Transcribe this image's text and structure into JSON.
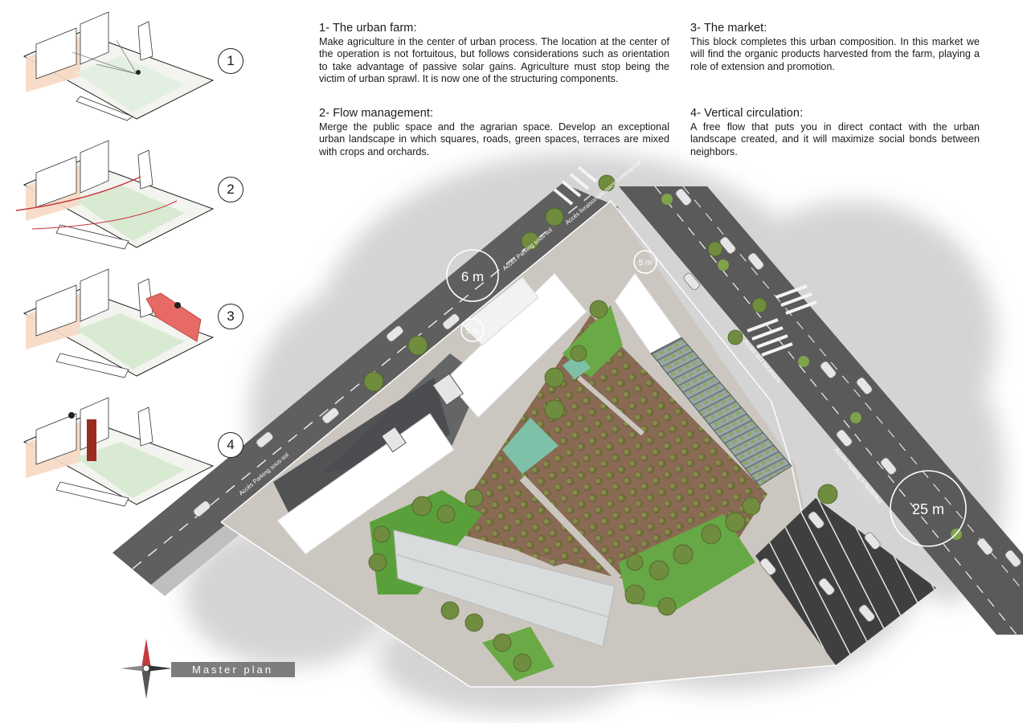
{
  "sections": [
    {
      "title": "1- The urban farm:",
      "body": "Make agriculture in the center of urban process. The location at the center of the operation is not fortuitous, but follows considerations such as orientation to take advantage of passive solar gains. Agriculture must stop being the victim of urban sprawl. It is now one of the structuring components."
    },
    {
      "title": "2- Flow management:",
      "body": "Merge the public space and the agrarian space. Develop an exceptional urban landscape in which squares, roads, green spaces, terraces are mixed with crops and orchards."
    },
    {
      "title": "3- The market:",
      "body": "This block completes this urban composition. In this market we will find the organic products harvested from the farm, playing a role of extension and promotion."
    },
    {
      "title": "4- Vertical circulation:",
      "body": "A free flow that puts you in direct contact with the urban landscape created, and it will maximize social bonds between neighbors."
    }
  ],
  "steps": [
    "1",
    "2",
    "3",
    "4"
  ],
  "dimensions": {
    "road_left": "6 m",
    "setback_a": "5 m",
    "setback_b": "5 m",
    "road_right": "25 m"
  },
  "access_labels": {
    "parking_top": "Accès Parking sous-sol",
    "parking_left": "Accès Parking sous-sol",
    "commercial": "Accès livraisons/espace commercial",
    "delivery": "Accès aux livraisons",
    "parking_right": "Accès Parking à l'extérieur"
  },
  "legend": {
    "master_plan": "Master plan"
  },
  "colors": {
    "road": "#5f5f5f",
    "plaza": "#c9c5be",
    "green": "#5aa03a",
    "soil": "#8a6a55",
    "market_highlight": "#e86a64",
    "core": "#9a2c22",
    "wash": "#bdbdbd"
  }
}
